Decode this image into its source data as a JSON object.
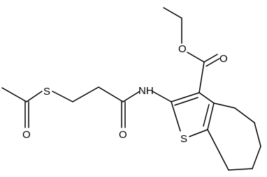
{
  "molecule": {
    "atoms": {
      "ester_ether_o": "O",
      "ester_carbonyl_o": "O",
      "amide_n": "NH",
      "amide_o": "O",
      "thioester_s": "S",
      "thioester_o": "O",
      "ring_s": "S"
    }
  }
}
